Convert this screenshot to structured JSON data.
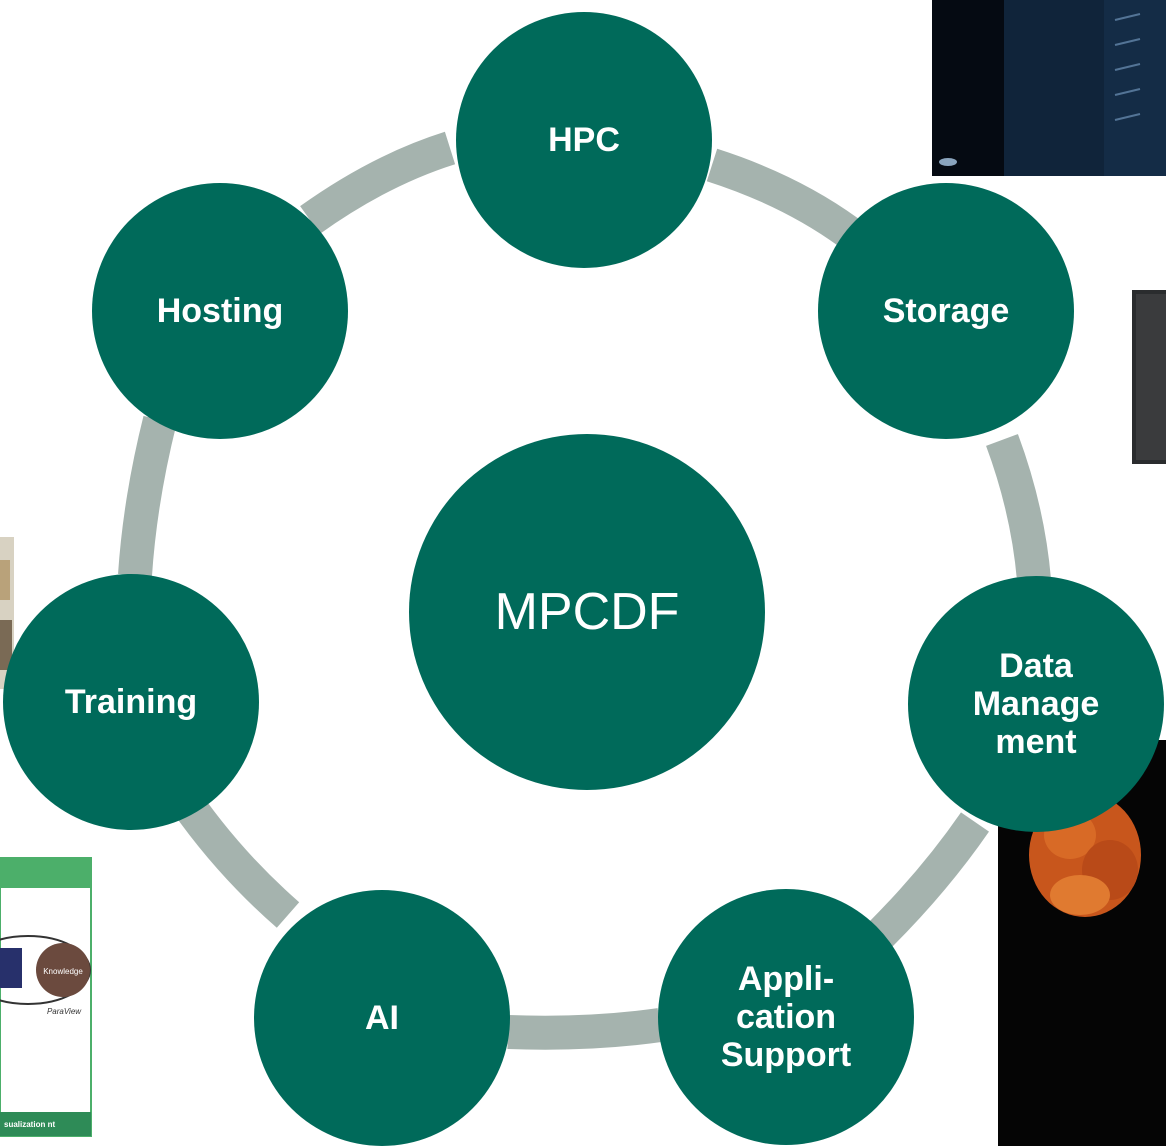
{
  "diagram": {
    "center": {
      "label": "MPCDF"
    },
    "nodes": [
      {
        "id": "hpc",
        "label": "HPC"
      },
      {
        "id": "storage",
        "label": "Storage"
      },
      {
        "id": "data-management",
        "label": "Data Manage ment"
      },
      {
        "id": "application-support",
        "label": "Appli- cation Support"
      },
      {
        "id": "ai",
        "label": "AI"
      },
      {
        "id": "training",
        "label": "Training"
      },
      {
        "id": "hosting",
        "label": "Hosting"
      }
    ],
    "colors": {
      "node_fill": "#006a5a",
      "ring_link": "#a5b3ae",
      "node_text": "#ffffff"
    }
  },
  "images": {
    "flyer": {
      "knowledge_label": "Knowledge",
      "paraview_label": "ParaView",
      "footer_text": "sualization nt"
    }
  }
}
